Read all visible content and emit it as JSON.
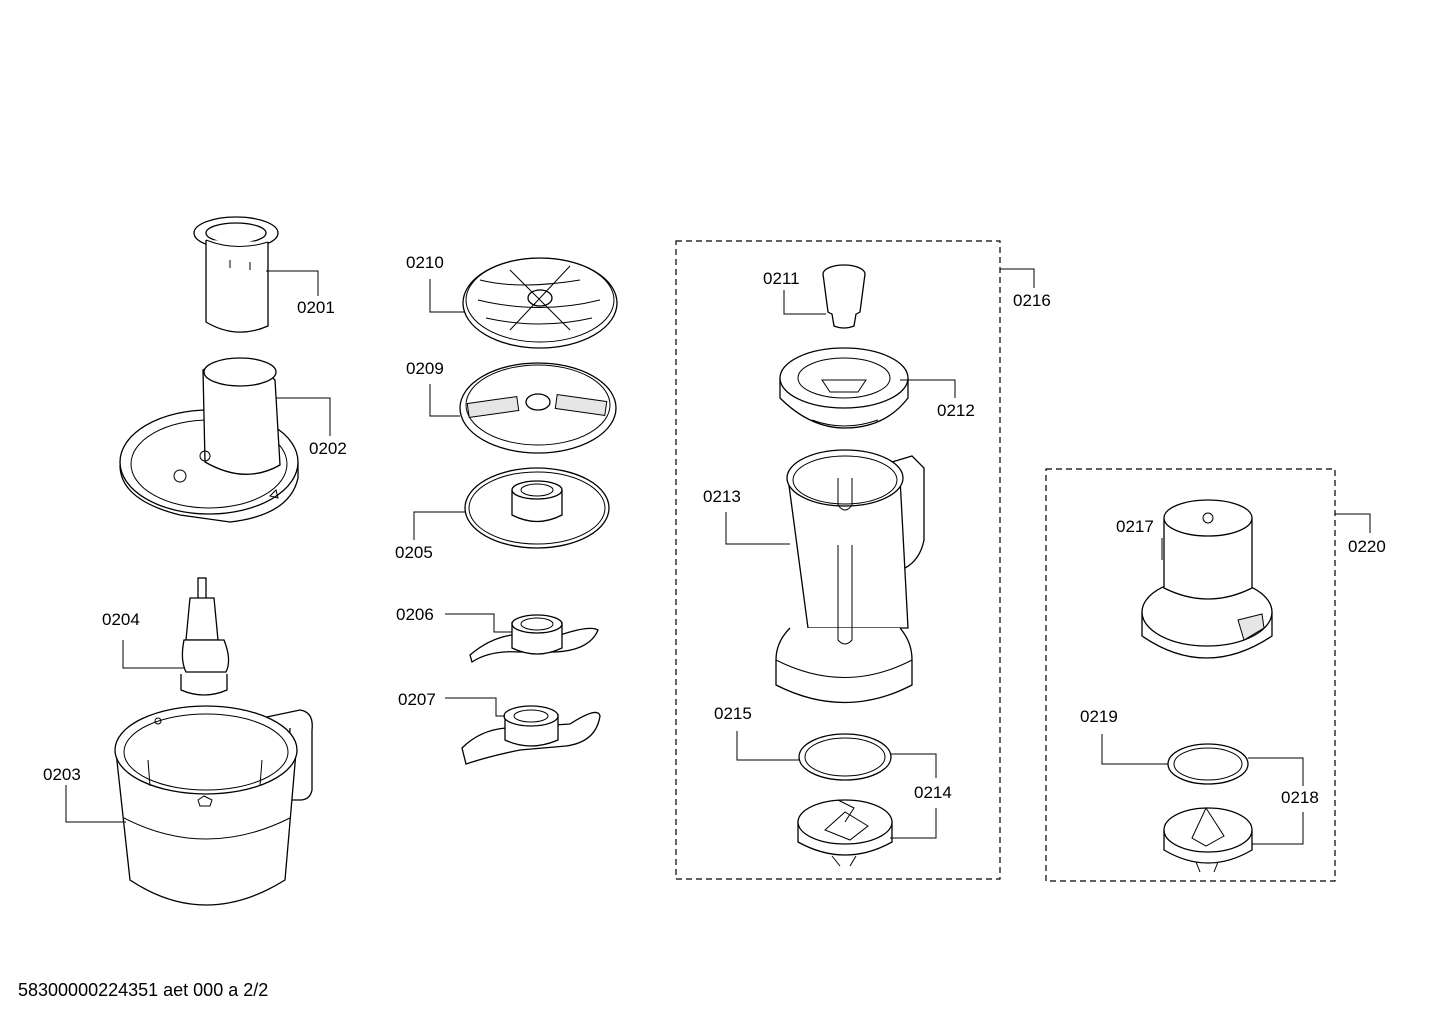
{
  "parts": {
    "p0201": "0201",
    "p0202": "0202",
    "p0203": "0203",
    "p0204": "0204",
    "p0205": "0205",
    "p0206": "0206",
    "p0207": "0207",
    "p0209": "0209",
    "p0210": "0210",
    "p0211": "0211",
    "p0212": "0212",
    "p0213": "0213",
    "p0214": "0214",
    "p0215": "0215",
    "p0216": "0216",
    "p0217": "0217",
    "p0218": "0218",
    "p0219": "0219",
    "p0220": "0220"
  },
  "footer": "58300000224351 aet 000 a 2/2"
}
